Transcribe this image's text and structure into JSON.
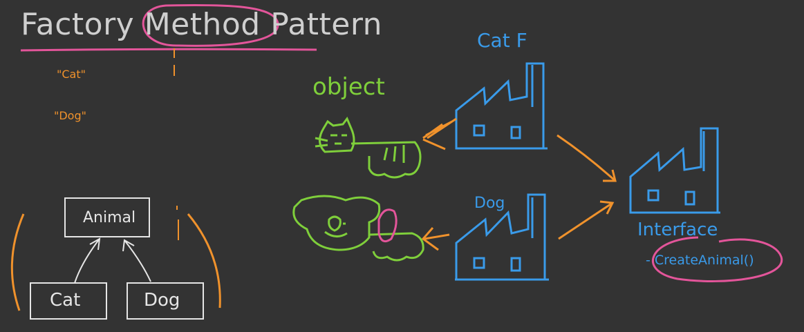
{
  "title": "Factory Method Pattern",
  "strings": {
    "cat": "\"Cat\"",
    "dog": "\"Dog\""
  },
  "labels": {
    "cat_factory": "Cat F",
    "dog_factory": "Dog",
    "object": "object",
    "interface": "Interface",
    "method": "- CreateAnimal()"
  },
  "class_diagram": {
    "parent": "Animal",
    "children": [
      "Cat",
      "Dog"
    ]
  },
  "colors": {
    "background": "#333333",
    "title": "#cfcfcf",
    "pink": "#e3559a",
    "orange": "#f0922c",
    "blue": "#3a9bea",
    "green": "#7fcf3b",
    "white": "#e6e6e6"
  }
}
